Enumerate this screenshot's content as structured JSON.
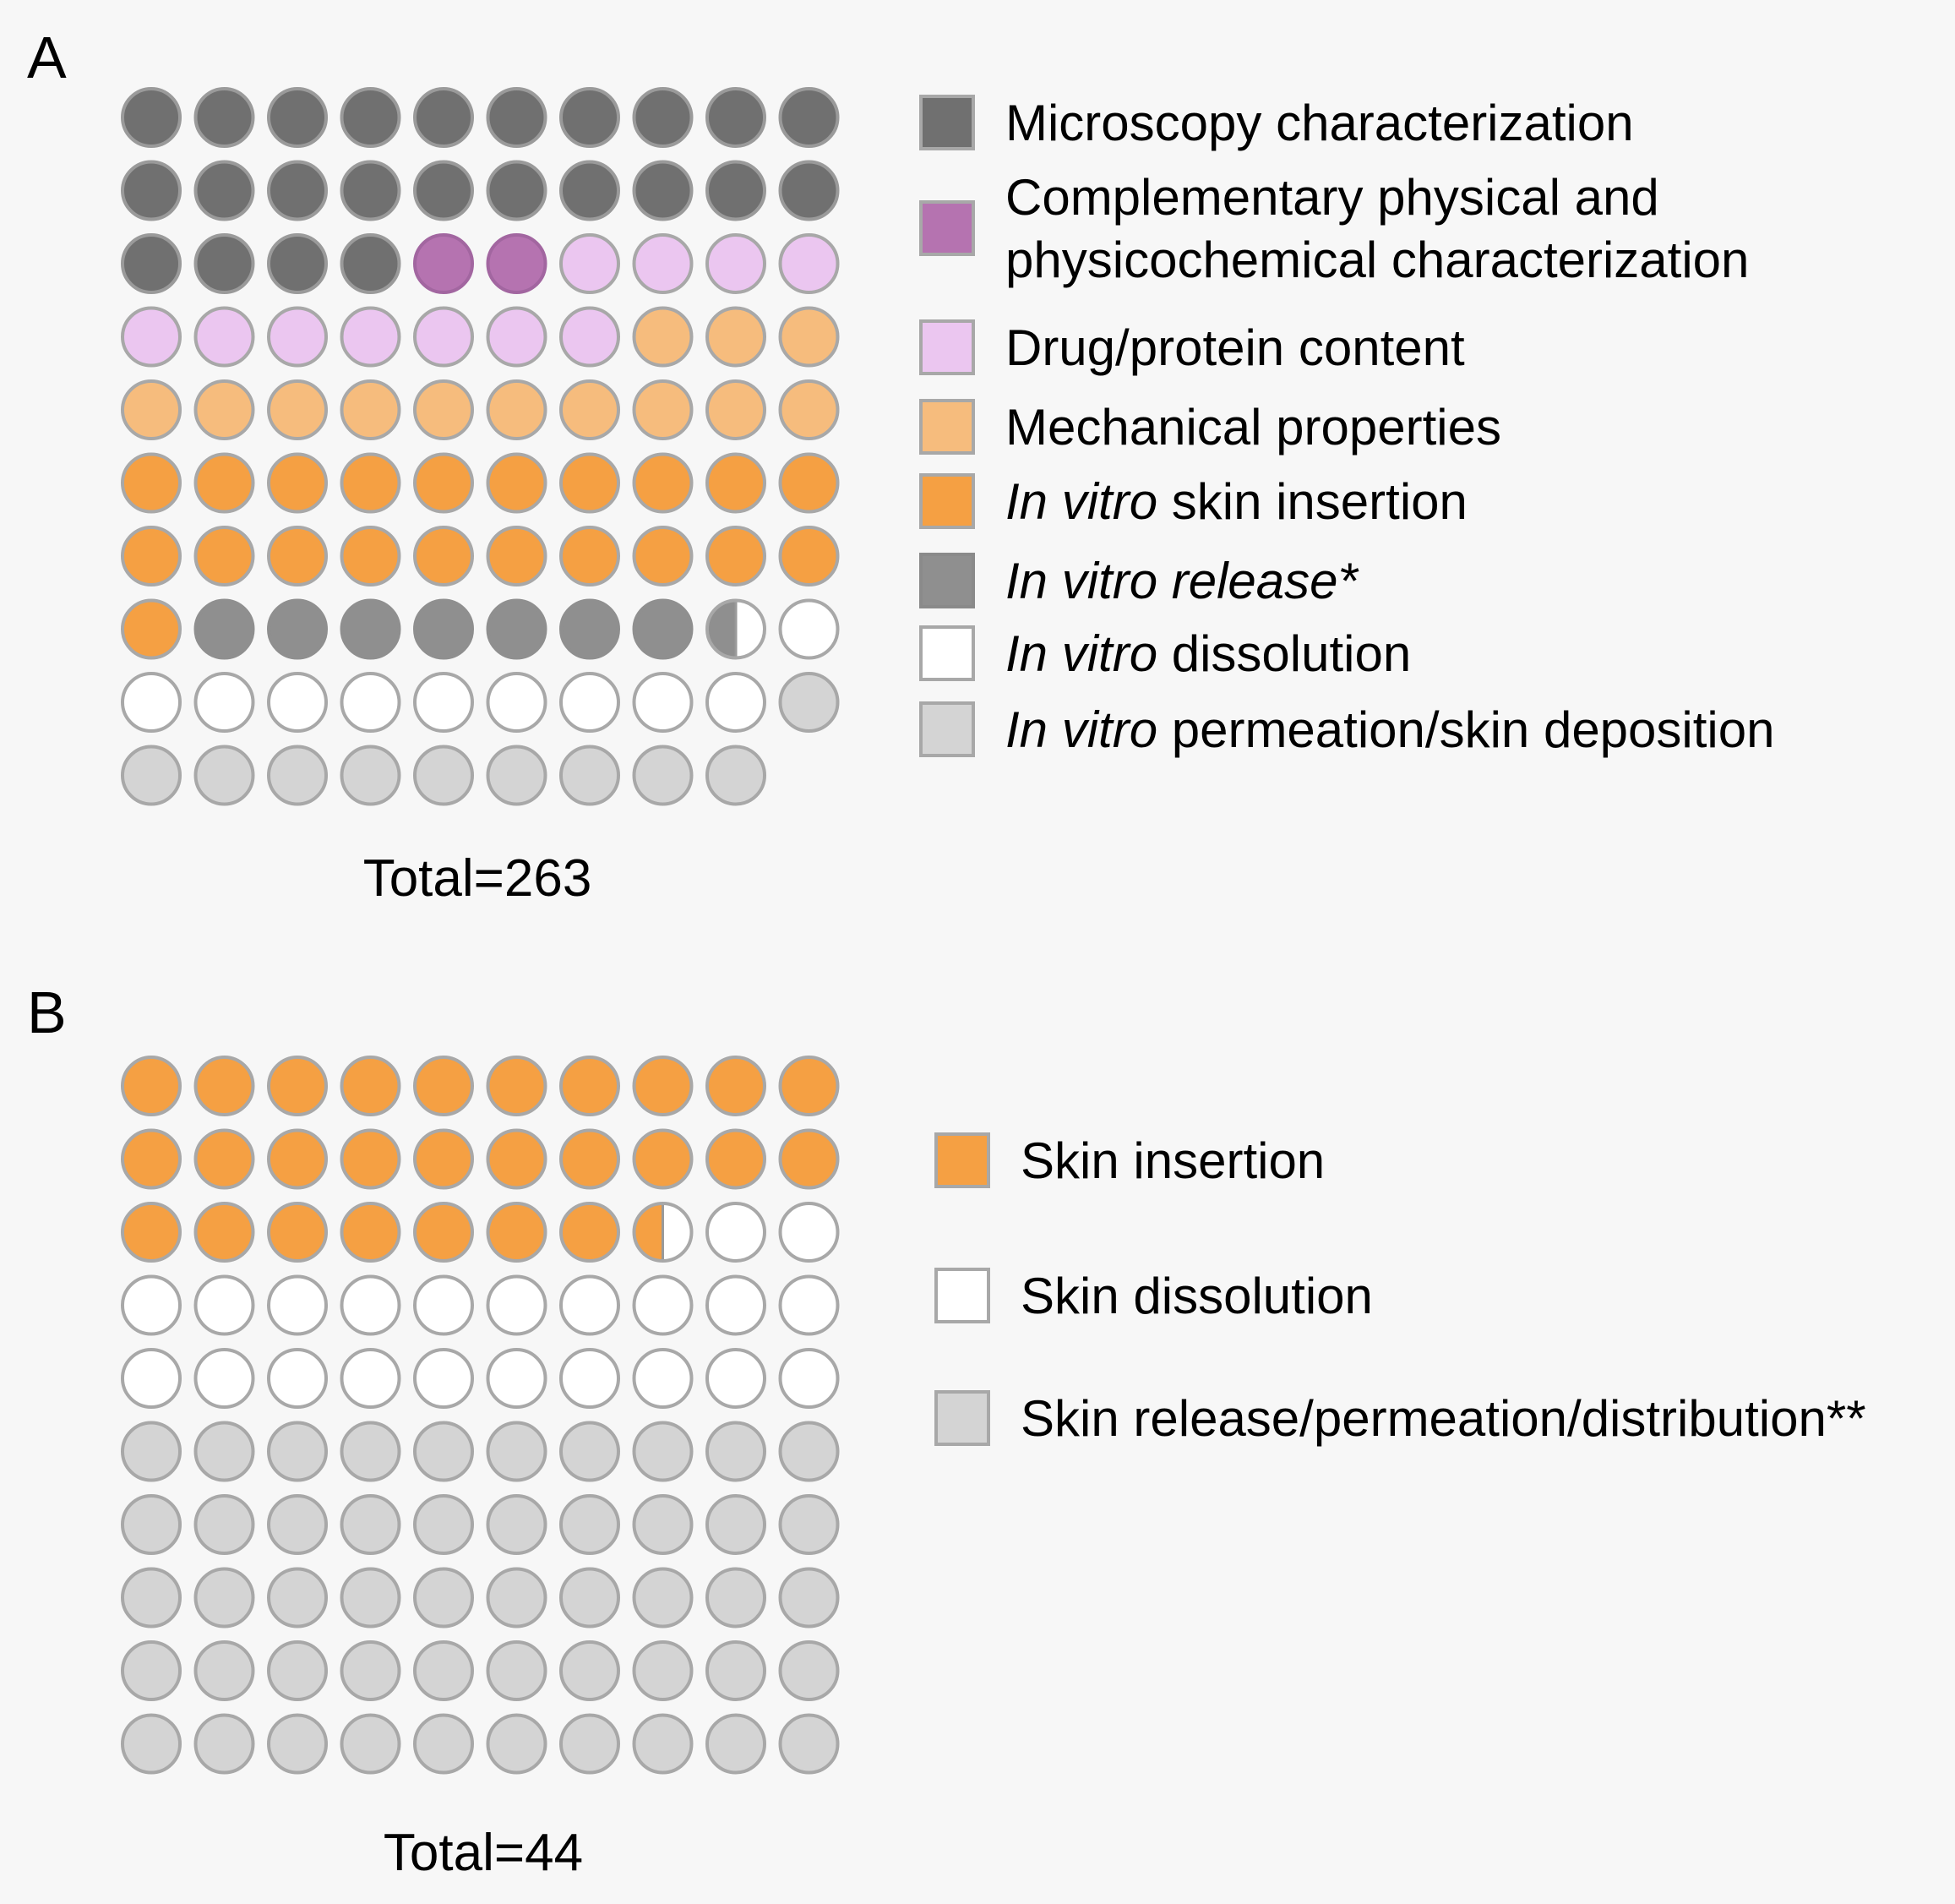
{
  "chart_data": [
    {
      "type": "waffle",
      "panel_label": "A",
      "total_label": "Total=263",
      "grid": [
        10,
        10
      ],
      "unit": "percent",
      "categories": [
        {
          "key": "microscopy",
          "label_parts": [
            {
              "text": "Microscopy characterization",
              "italic": false
            }
          ],
          "value": 24,
          "color": "#707070",
          "stroke": "#9a9a9a"
        },
        {
          "key": "complementary",
          "label_parts": [
            {
              "text": "Complementary physical and",
              "italic": false
            },
            {
              "text": "physicochemical characterization",
              "italic": false,
              "newline": true
            }
          ],
          "value": 2,
          "color": "#b573b0",
          "stroke": "#a266a0"
        },
        {
          "key": "drug",
          "label_parts": [
            {
              "text": "Drug/protein content",
              "italic": false
            }
          ],
          "value": 11,
          "color": "#ebc6f0",
          "stroke": "#a8a8a8"
        },
        {
          "key": "mechanical",
          "label_parts": [
            {
              "text": "Mechanical properties",
              "italic": false
            }
          ],
          "value": 13,
          "color": "#f6bc7d",
          "stroke": "#a8a8a8"
        },
        {
          "key": "insertion",
          "label_parts": [
            {
              "text": "In vitro",
              "italic": true
            },
            {
              "text": " skin insertion",
              "italic": false
            }
          ],
          "value": 21,
          "color": "#f5a043",
          "stroke": "#a8a8a8"
        },
        {
          "key": "release",
          "label_parts": [
            {
              "text": "In vitro release*",
              "italic": true
            }
          ],
          "value": 7.5,
          "color": "#8f8f8f",
          "stroke": "#8f8f8f"
        },
        {
          "key": "dissolution",
          "label_parts": [
            {
              "text": "In vitro",
              "italic": true
            },
            {
              "text": " dissolution",
              "italic": false
            }
          ],
          "value": 10.5,
          "color": "#ffffff",
          "stroke": "#a8a8a8"
        },
        {
          "key": "permeation",
          "label_parts": [
            {
              "text": "In vitro",
              "italic": true
            },
            {
              "text": " permeation/skin deposition",
              "italic": false
            }
          ],
          "value": 10,
          "color": "#d4d4d4",
          "stroke": "#a8a8a8"
        }
      ]
    },
    {
      "type": "waffle",
      "panel_label": "B",
      "total_label": "Total=44",
      "grid": [
        10,
        10
      ],
      "unit": "percent",
      "categories": [
        {
          "key": "skin-insertion",
          "label_parts": [
            {
              "text": "Skin insertion",
              "italic": false
            }
          ],
          "value": 27.5,
          "color": "#f5a043",
          "stroke": "#a8a8a8"
        },
        {
          "key": "skin-dissolution",
          "label_parts": [
            {
              "text": "Skin dissolution",
              "italic": false
            }
          ],
          "value": 22.5,
          "color": "#ffffff",
          "stroke": "#a8a8a8"
        },
        {
          "key": "skin-release",
          "label_parts": [
            {
              "text": "Skin release/permeation/distribution**",
              "italic": false
            }
          ],
          "value": 50,
          "color": "#d4d4d4",
          "stroke": "#a8a8a8"
        }
      ]
    }
  ]
}
